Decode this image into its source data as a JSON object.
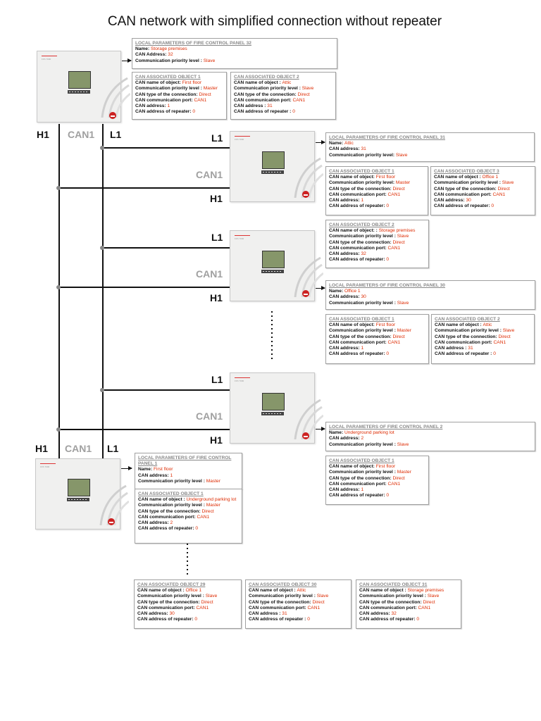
{
  "title": "CAN network with simplified connection without repeater",
  "bus_labels": {
    "h1": "H1",
    "can1": "CAN1",
    "l1": "L1"
  },
  "panels": {
    "p32": {
      "local": {
        "heading": "LOCAL PARAMETERS OF FIRE CONTROL PANEL 32",
        "rows": [
          {
            "k": "Name:",
            "v": "Storage premises"
          },
          {
            "k": "CAN Address:",
            "v": "32"
          },
          {
            "k": "Communication priority level :",
            "v": "Slave"
          }
        ]
      },
      "objects": [
        {
          "heading": "CAN ASSOCIATED OBJECT 1",
          "rows": [
            {
              "k": "CAN name of object:",
              "v": "First floor"
            },
            {
              "k": "Communication priority level :",
              "v": "Master"
            },
            {
              "k": "CAN type of the connection:",
              "v": "Direct"
            },
            {
              "k": "CAN communication port:",
              "v": "CAN1"
            },
            {
              "k": "CAN address:",
              "v": "1"
            },
            {
              "k": "CAN address of repeater:",
              "v": "0"
            }
          ]
        },
        {
          "heading": "CAN ASSOCIATED OBJECT 2",
          "rows": [
            {
              "k": "CAN name of object :",
              "v": "Attic"
            },
            {
              "k": "Communication priority level :",
              "v": "Slave"
            },
            {
              "k": "CAN type of the connection:",
              "v": "Direct"
            },
            {
              "k": "CAN communication port:",
              "v": "CAN1"
            },
            {
              "k": "CAN address :",
              "v": "31"
            },
            {
              "k": "CAN address of repeater :",
              "v": "0"
            }
          ]
        }
      ]
    },
    "p31": {
      "local": {
        "heading": "LOCAL PARAMETERS OF FIRE CONTROL PANEL 31",
        "rows": [
          {
            "k": "Name:",
            "v": "Attic"
          },
          {
            "k": "CAN address:",
            "v": "31"
          },
          {
            "k": "Communication priority level:",
            "v": "Slave"
          }
        ]
      },
      "objects": [
        {
          "heading": "CAN ASSOCIATED OBJECT 1",
          "rows": [
            {
              "k": "CAN name of object:",
              "v": "First floor"
            },
            {
              "k": "Communication priority level:",
              "v": "Master"
            },
            {
              "k": "CAN type of the connection:",
              "v": "Direct"
            },
            {
              "k": "CAN communication port:",
              "v": "CAN1"
            },
            {
              "k": "CAN address:",
              "v": "1"
            },
            {
              "k": "CAN address of repeater:",
              "v": "0"
            }
          ]
        },
        {
          "heading": "CAN ASSOCIATED OBJECT 3",
          "rows": [
            {
              "k": "CAN name of object :",
              "v": "Office 1"
            },
            {
              "k": "Communication priority level :",
              "v": "Slave"
            },
            {
              "k": "CAN type of the connection:",
              "v": "Direct"
            },
            {
              "k": "CAN communication port:",
              "v": "CAN1"
            },
            {
              "k": "CAN address:",
              "v": "30"
            },
            {
              "k": "CAN address of repeater:",
              "v": "0"
            }
          ]
        },
        {
          "heading": "CAN ASSOCIATED OBJECT 2",
          "rows": [
            {
              "k": "CAN name of object: :",
              "v": "Storage premises"
            },
            {
              "k": "Communication priority level :",
              "v": "Slave"
            },
            {
              "k": "CAN type of the connection:",
              "v": "Direct"
            },
            {
              "k": "CAN communication port:",
              "v": "CAN1"
            },
            {
              "k": "CAN address:",
              "v": "32"
            },
            {
              "k": "CAN address of repeater:",
              "v": "0"
            }
          ]
        }
      ]
    },
    "p30": {
      "local": {
        "heading": "LOCAL PARAMETERS OF FIRE CONTROL PANEL 30",
        "rows": [
          {
            "k": "Name:",
            "v": "Office 1"
          },
          {
            "k": "CAN address:",
            "v": "30"
          },
          {
            "k": "Communication priority level :",
            "v": "Slave"
          }
        ]
      },
      "objects": [
        {
          "heading": "CAN ASSOCIATED OBJECT 1",
          "rows": [
            {
              "k": "CAN name of object:",
              "v": "First floor"
            },
            {
              "k": "Communication priority level :",
              "v": "Master"
            },
            {
              "k": "CAN type of the connection:",
              "v": "Direct"
            },
            {
              "k": "CAN communication port:",
              "v": "CAN1"
            },
            {
              "k": "CAN address:",
              "v": "1"
            },
            {
              "k": "CAN address of repeater:",
              "v": "0"
            }
          ]
        },
        {
          "heading": "CAN ASSOCIATED OBJECT 2",
          "rows": [
            {
              "k": "CAN name of object :",
              "v": "Attic"
            },
            {
              "k": "Communication priority level :",
              "v": "Slave"
            },
            {
              "k": "CAN type of the connection:",
              "v": "Direct"
            },
            {
              "k": "CAN communication port:",
              "v": "CAN1"
            },
            {
              "k": "CAN address :",
              "v": "31"
            },
            {
              "k": "CAN address of repeater :",
              "v": "0"
            }
          ]
        }
      ]
    },
    "p2": {
      "local": {
        "heading": "LOCAL PARAMETERS OF FIRE CONTROL PANEL 2",
        "rows": [
          {
            "k": "Name:",
            "v": "Underground parking lot"
          },
          {
            "k": "CAN address:",
            "v": "2"
          },
          {
            "k": "Communication priority level :",
            "v": "Slave"
          }
        ]
      },
      "objects": [
        {
          "heading": "CAN ASSOCIATED OBJECT 1",
          "rows": [
            {
              "k": "CAN name of object:",
              "v": "First floor"
            },
            {
              "k": "Communication priority level :",
              "v": "Master"
            },
            {
              "k": "CAN type of the connection:",
              "v": "Direct"
            },
            {
              "k": "CAN communication port:",
              "v": "CAN1"
            },
            {
              "k": "CAN address:",
              "v": "1"
            },
            {
              "k": "CAN address of repeater:",
              "v": "0"
            }
          ]
        }
      ]
    },
    "p1": {
      "local": {
        "heading": "LOCAL PARAMETERS OF FIRE CONTROL PANEL 1",
        "rows": [
          {
            "k": "Name:",
            "v": "First floor"
          },
          {
            "k": "CAN address:",
            "v": "1"
          },
          {
            "k": "Communication priority level :",
            "v": "Master"
          }
        ]
      },
      "objects": [
        {
          "heading": "CAN ASSOCIATED OBJECT 1",
          "rows": [
            {
              "k": "CAN name of object :",
              "v": "Underground parking lot"
            },
            {
              "k": "Communication priority level :",
              "v": "Master"
            },
            {
              "k": "CAN type of the connection:",
              "v": "Direct"
            },
            {
              "k": "CAN communication port:",
              "v": "CAN1"
            },
            {
              "k": "CAN address:",
              "v": "2"
            },
            {
              "k": "CAN address of repeater:",
              "v": "0"
            }
          ]
        },
        {
          "heading": "CAN ASSOCIATED OBJECT 29",
          "rows": [
            {
              "k": "CAN name of object :",
              "v": "Office 1"
            },
            {
              "k": "Communication priority level :",
              "v": "Slave"
            },
            {
              "k": "CAN type of the connection:",
              "v": "Direct"
            },
            {
              "k": "CAN communication port:",
              "v": "CAN1"
            },
            {
              "k": "CAN address:",
              "v": "30"
            },
            {
              "k": "CAN address of repeater:",
              "v": "0"
            }
          ]
        },
        {
          "heading": "CAN ASSOCIATED OBJECT 30",
          "rows": [
            {
              "k": "CAN name of object :",
              "v": "Attic"
            },
            {
              "k": "Communication priority level :",
              "v": "Slave"
            },
            {
              "k": "CAN type of the connection:",
              "v": "Direct"
            },
            {
              "k": "CAN communication port:",
              "v": "CAN1"
            },
            {
              "k": "CAN address :",
              "v": "31"
            },
            {
              "k": "CAN address of repeater :",
              "v": "0"
            }
          ]
        },
        {
          "heading": "CAN ASSOCIATED OBJECT 31",
          "rows": [
            {
              "k": "CAN name of object :",
              "v": "Storage premises"
            },
            {
              "k": "Communication priority level :",
              "v": "Slave"
            },
            {
              "k": "CAN type of the connection:",
              "v": "Direct"
            },
            {
              "k": "CAN communication port:",
              "v": "CAN1"
            },
            {
              "k": "CAN address:",
              "v": "32"
            },
            {
              "k": "CAN address of repeater:",
              "v": "0"
            }
          ]
        }
      ]
    }
  }
}
